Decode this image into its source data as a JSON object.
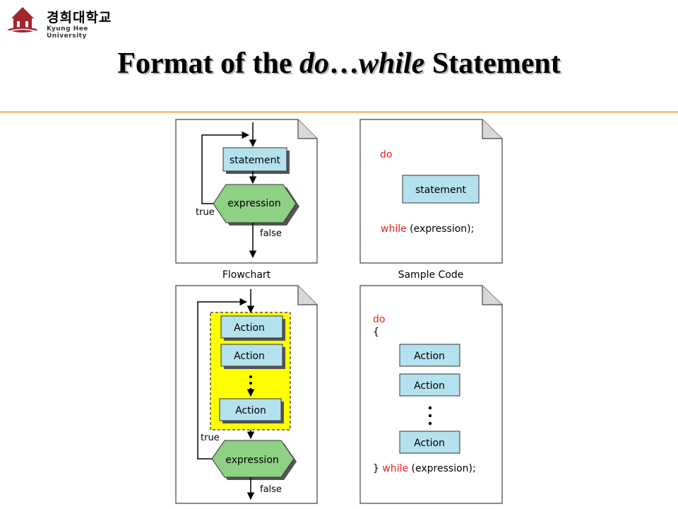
{
  "logo": {
    "korean": "경희대학교",
    "english": "Kyung Hee University"
  },
  "title": {
    "prefix": "Format of the ",
    "keyword_do": "do",
    "ellipsis": "…",
    "keyword_while": "while",
    "suffix": " Statement"
  },
  "top_flowchart": {
    "box": "statement",
    "decision": "expression",
    "true_label": "true",
    "false_label": "false",
    "caption": "Flowchart"
  },
  "top_code": {
    "do": "do",
    "box": "statement",
    "while": "while",
    "rest": " (expression);",
    "caption": "Sample Code"
  },
  "bottom_flowchart": {
    "action1": "Action",
    "action2": "Action",
    "action3": "Action",
    "decision": "expression",
    "true_label": "true",
    "false_label": "false"
  },
  "bottom_code": {
    "do": "do",
    "brace_open": "{",
    "action1": "Action",
    "action2": "Action",
    "action3": "Action",
    "brace_close": "}",
    "while": "while",
    "rest": " (expression);"
  },
  "colors": {
    "keyword": "#e8201c",
    "action_box": "#b4e1ee",
    "decision": "#8ed084",
    "highlight": "#ffff00",
    "rule": "#f5c27f"
  }
}
